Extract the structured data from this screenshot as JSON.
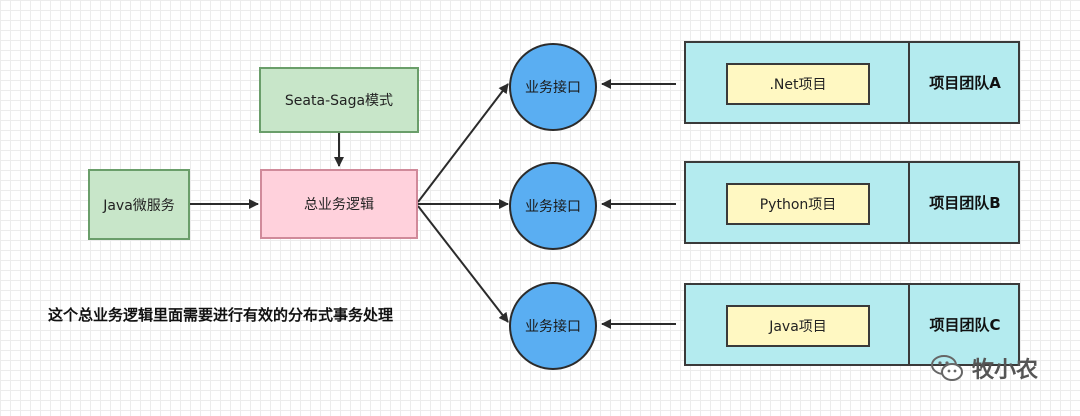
{
  "nodes": {
    "saga": "Seata-Saga模式",
    "java_service": "Java微服务",
    "total_logic": "总业务逻辑"
  },
  "interfaces": [
    "业务接口",
    "业务接口",
    "业务接口"
  ],
  "teams": [
    {
      "project": ".Net项目",
      "team": "项目团队A"
    },
    {
      "project": "Python项目",
      "team": "项目团队B"
    },
    {
      "project": "Java项目",
      "team": "项目团队C"
    }
  ],
  "note": "这个总业务逻辑里面需要进行有效的分布式事务处理",
  "watermark": {
    "text": "牧小农",
    "icon": "wechat-icon"
  },
  "colors": {
    "green_fill": "#c8e6c9",
    "pink_fill": "#ffd1dc",
    "circle_fill": "#5aaef2",
    "team_fill": "#b4ebef",
    "project_fill": "#fff8c2"
  }
}
